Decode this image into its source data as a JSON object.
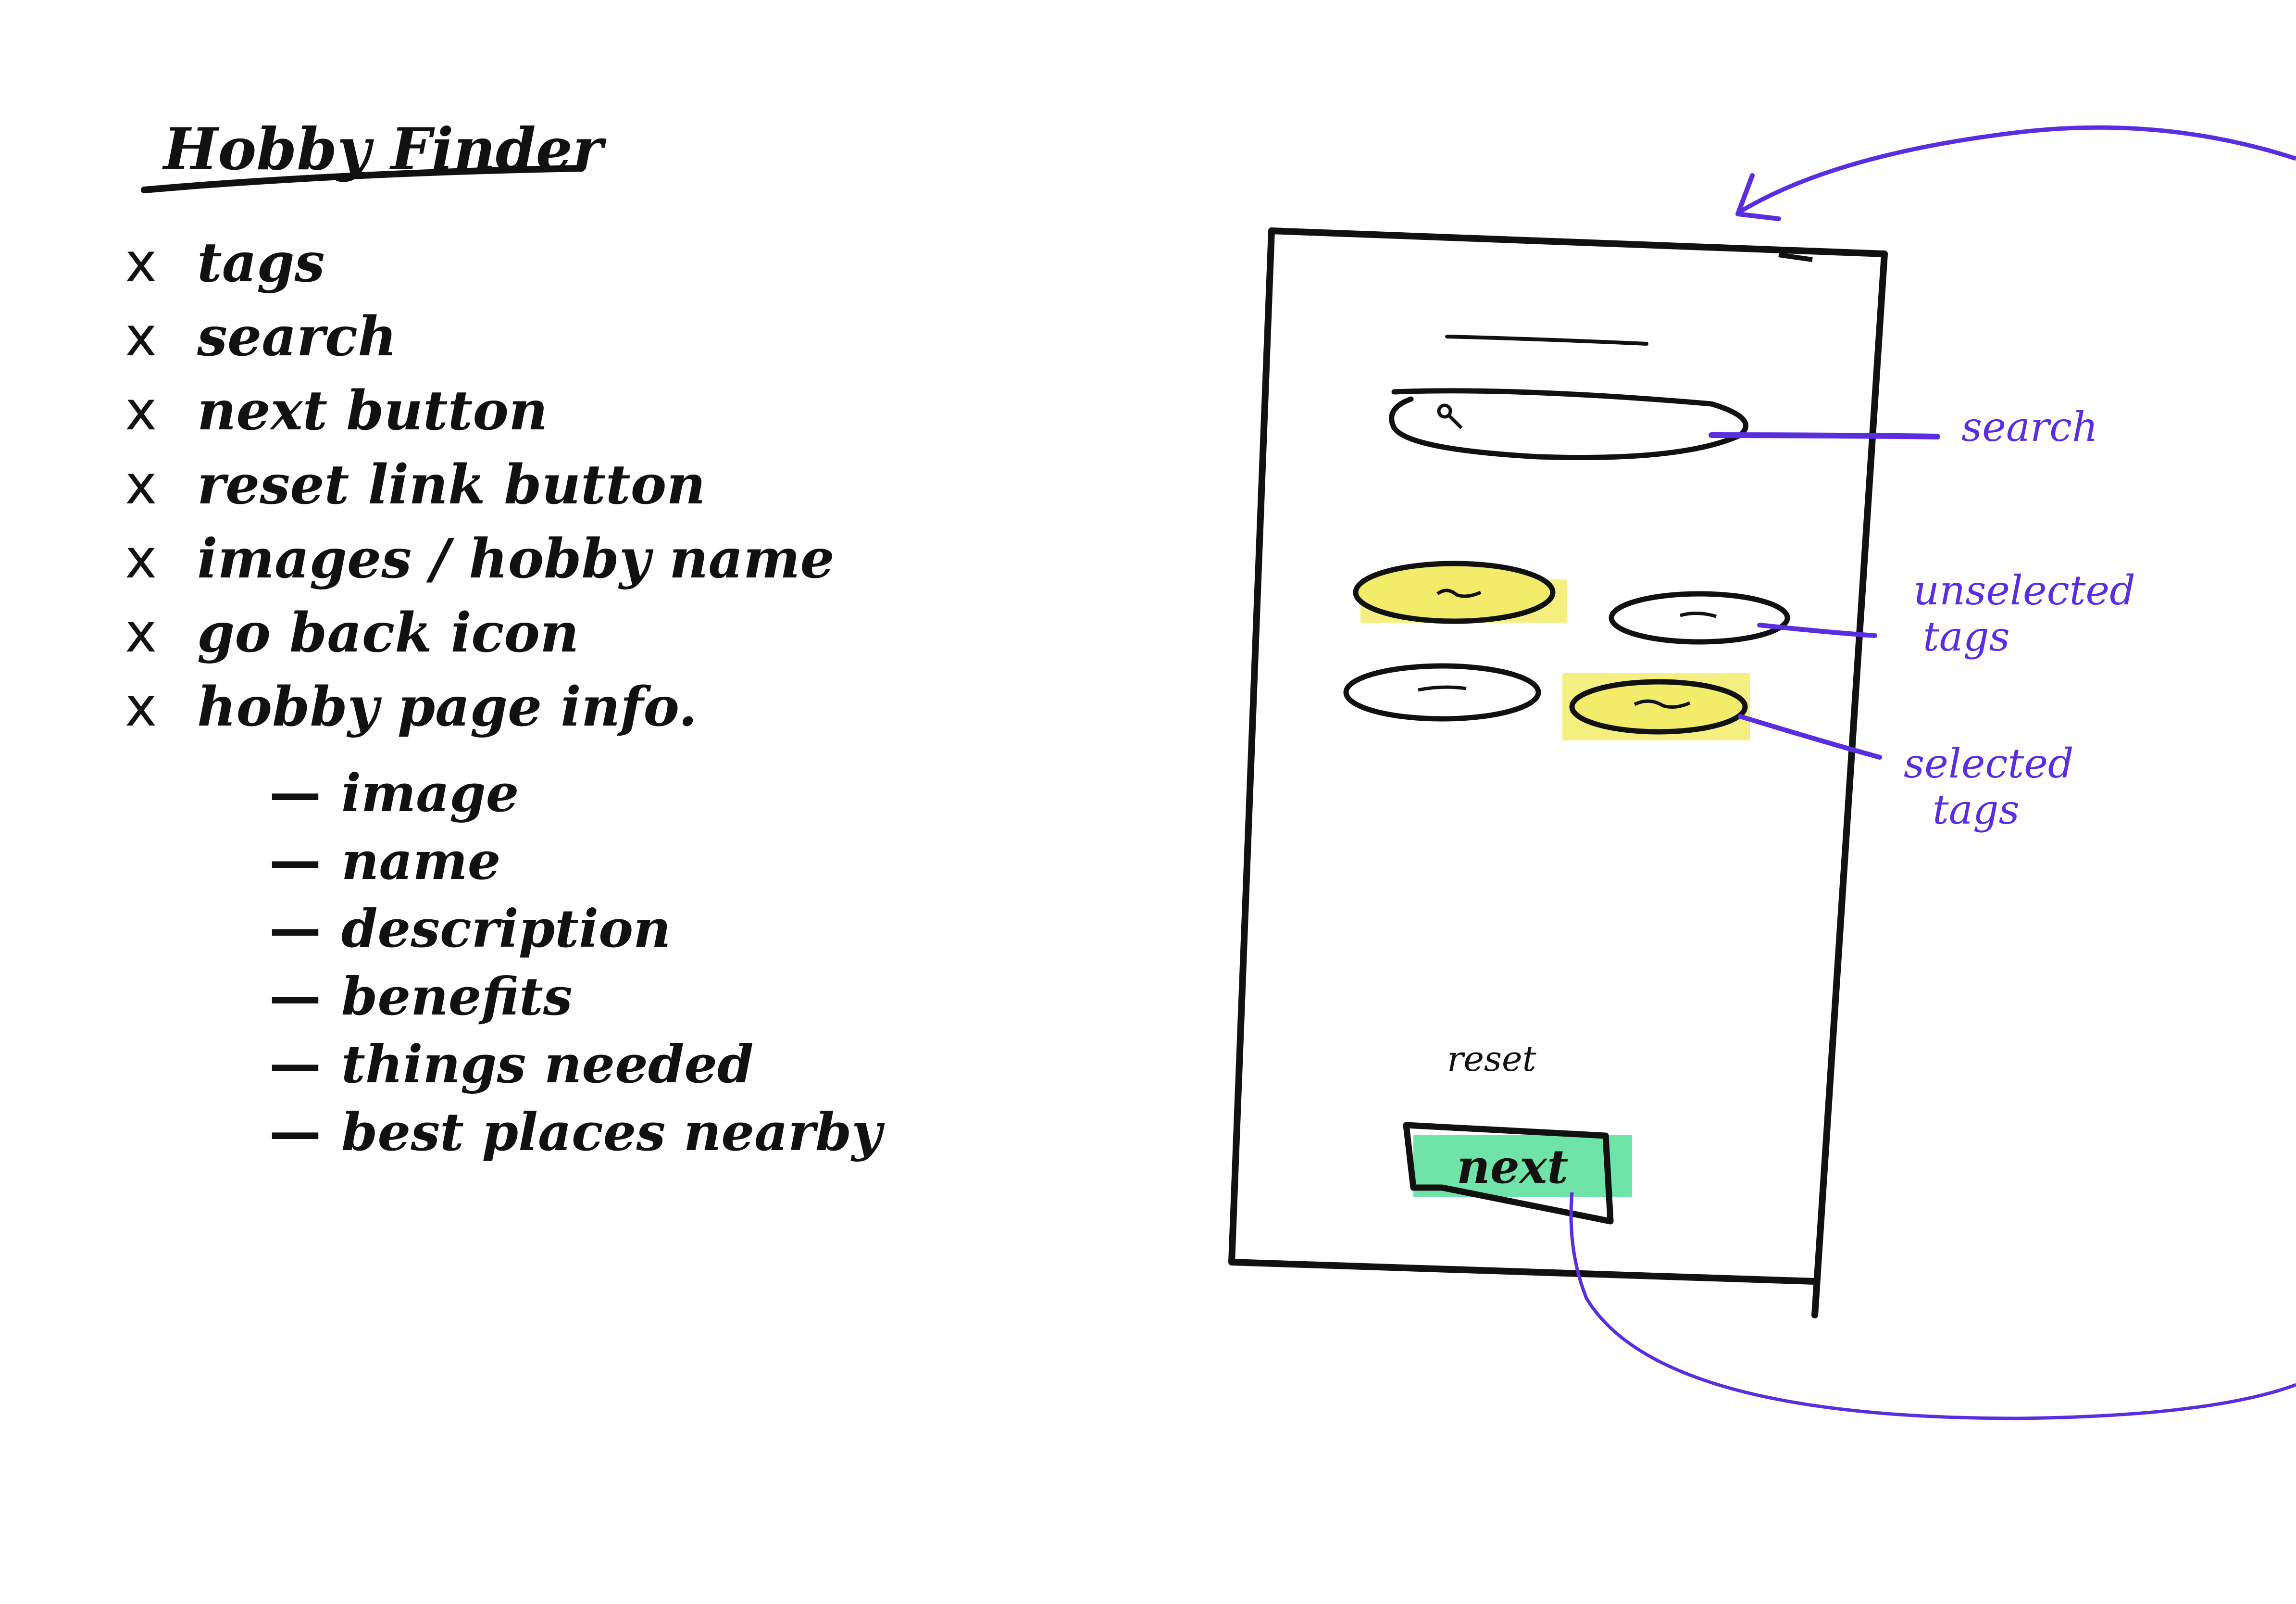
{
  "title": "Hobby Finder",
  "checklist": {
    "mark": "x",
    "items": [
      "tags",
      "search",
      "next button",
      "reset link button",
      "images / hobby name",
      "go back icon",
      "hobby page info."
    ]
  },
  "sublist": {
    "dash": "—",
    "items": [
      "image",
      "name",
      "description",
      "benefits",
      "things needed",
      "best places nearby"
    ]
  },
  "wireframe": {
    "reset_label": "reset",
    "next_label": "next"
  },
  "annotations": {
    "search": "search",
    "unselected_line1": "unselected",
    "unselected_line2": "tags",
    "selected_line1": "selected",
    "selected_line2": "tags"
  },
  "colors": {
    "ink": "#111111",
    "annotation": "#5a2ee0",
    "selected_tag": "#f2ec6a",
    "next_button": "#6fe3a8"
  }
}
